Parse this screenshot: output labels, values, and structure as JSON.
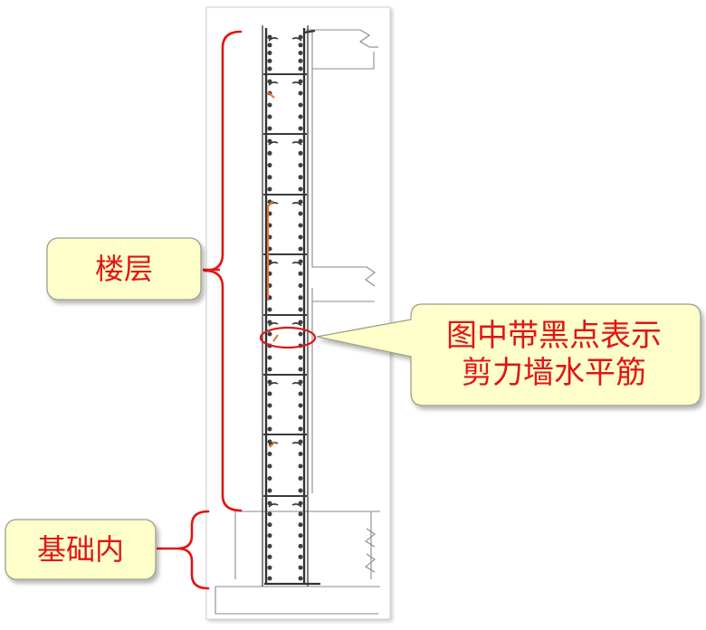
{
  "labels": {
    "floors": "楼层",
    "foundation": "基础内",
    "note_line1": "图中带黑点表示",
    "note_line2": "剪力墙水平筋"
  },
  "colors": {
    "annotation_red": "#e21414",
    "callout_fill": "#ffffcc",
    "callout_border": "#9e9e84",
    "drawing_line": "#777777",
    "rebar": "#3a3a3a",
    "rebar_dot": "#3f3f3f",
    "orange_mark": "#e8743a"
  },
  "icons": {
    "floor_brace": "curly-brace",
    "foundation_brace": "curly-brace",
    "highlight": "ellipse"
  }
}
